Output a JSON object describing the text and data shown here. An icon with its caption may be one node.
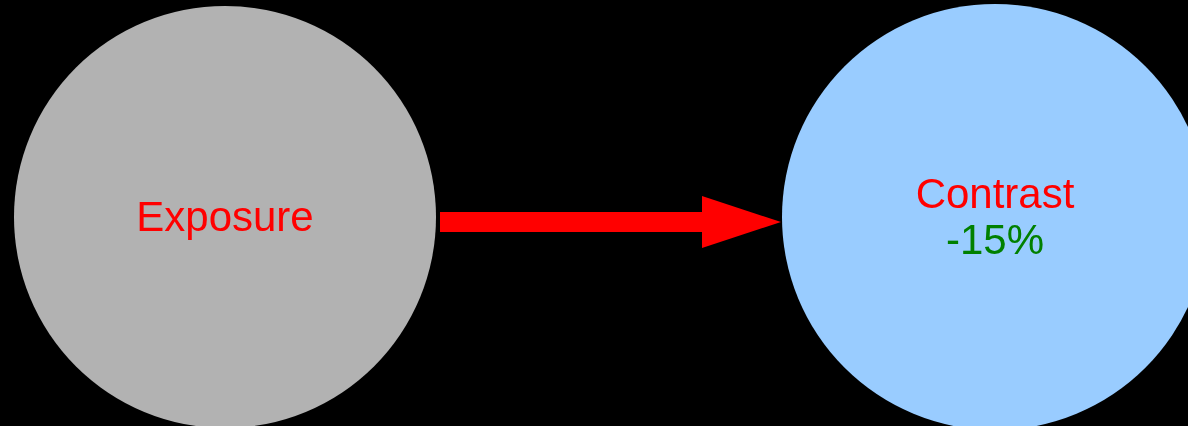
{
  "diagram": {
    "nodes": [
      {
        "text": [
          "Exposure"
        ]
      },
      {
        "text": [
          "Contrast",
          "-15%"
        ]
      }
    ],
    "edges": [
      {
        "from": 0,
        "to": 1,
        "arrow": "to",
        "color": "#ff0000"
      }
    ]
  }
}
